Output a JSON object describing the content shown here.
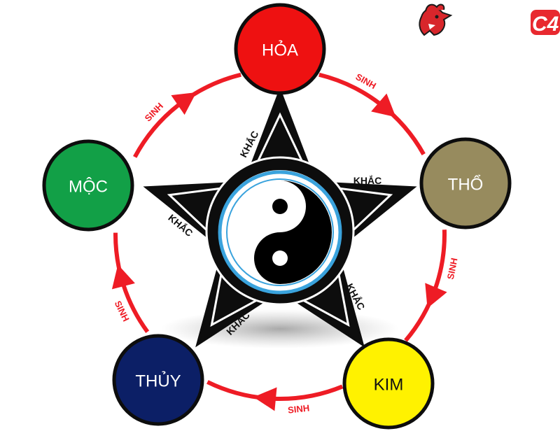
{
  "elements": {
    "fire": {
      "label": "HỎA",
      "fill": "#ee1111",
      "text_color": "#ffffff"
    },
    "earth": {
      "label": "THỔ",
      "fill": "#978b5e",
      "text_color": "#ffffff"
    },
    "metal": {
      "label": "KIM",
      "fill": "#fff200",
      "text_color": "#111111"
    },
    "water": {
      "label": "THỦY",
      "fill": "#0c1f66",
      "text_color": "#ffffff"
    },
    "wood": {
      "label": "MỘC",
      "fill": "#12a047",
      "text_color": "#ffffff"
    }
  },
  "relations": {
    "generate": {
      "label": "SINH",
      "color": "#ee1c25",
      "cycle": [
        "fire",
        "earth",
        "metal",
        "water",
        "wood"
      ]
    },
    "overcome": {
      "label": "KHẮC",
      "color": "#111111",
      "count": 5
    }
  },
  "center": {
    "symbol": "yin-yang",
    "ring_color": "#3aa3dd"
  },
  "logos": {
    "rooster": {
      "icon": "rooster-head-icon"
    },
    "brand": {
      "text": "C4",
      "color": "#e8292f"
    }
  }
}
